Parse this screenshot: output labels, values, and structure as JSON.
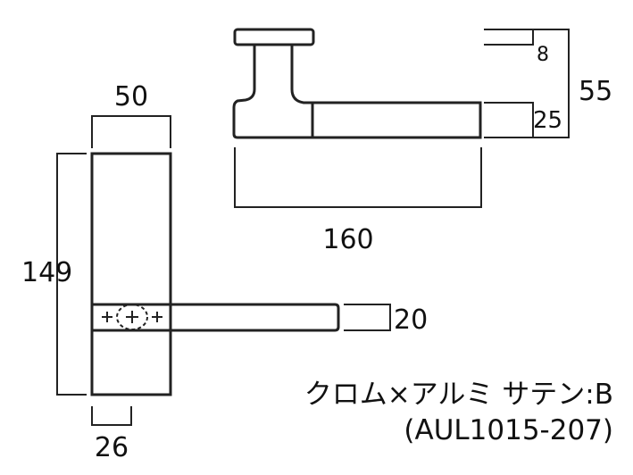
{
  "colors": {
    "line": "#222222",
    "text": "#111111",
    "background": "#ffffff"
  },
  "dimensions": {
    "plate_width": "50",
    "plate_height": "149",
    "plate_lower": "26",
    "lever_length": "160",
    "lever_height": "20",
    "rose_thickness": "8",
    "grip_thickness": "25",
    "projection": "55"
  },
  "caption": {
    "line1": "クロム×アルミ サテン:B",
    "line2": "(AUL1015-207)"
  }
}
